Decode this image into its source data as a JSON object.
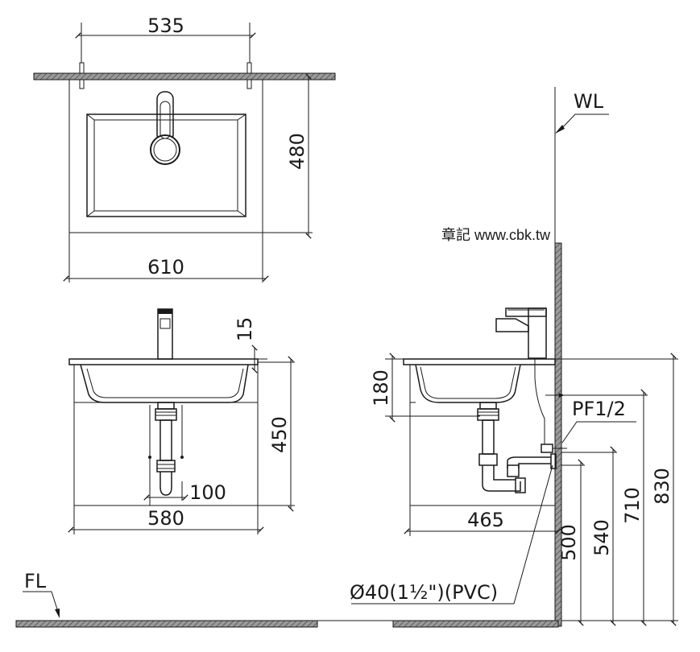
{
  "watermark": "章記 www.cbk.tw",
  "labels": {
    "wall_line": "WL",
    "floor_line": "FL",
    "supply_thread": "PF1/2",
    "drain_pipe": "Ø40(1½\")(PVC)"
  },
  "top_view": {
    "mounting_span": "535",
    "depth": "480",
    "width": "610"
  },
  "front_view": {
    "counter_thickness": "15",
    "height": "450",
    "drain_offset": "100",
    "width": "580"
  },
  "side_view": {
    "basin_depth": "180",
    "depth": "465",
    "drain_height": "500",
    "outlet_height": "540",
    "supply_height": "710",
    "counter_height": "830"
  },
  "colors": {
    "line": "#1a1a1a",
    "hatch": "#7a7a7a",
    "fill_light": "#f6f6f6"
  }
}
